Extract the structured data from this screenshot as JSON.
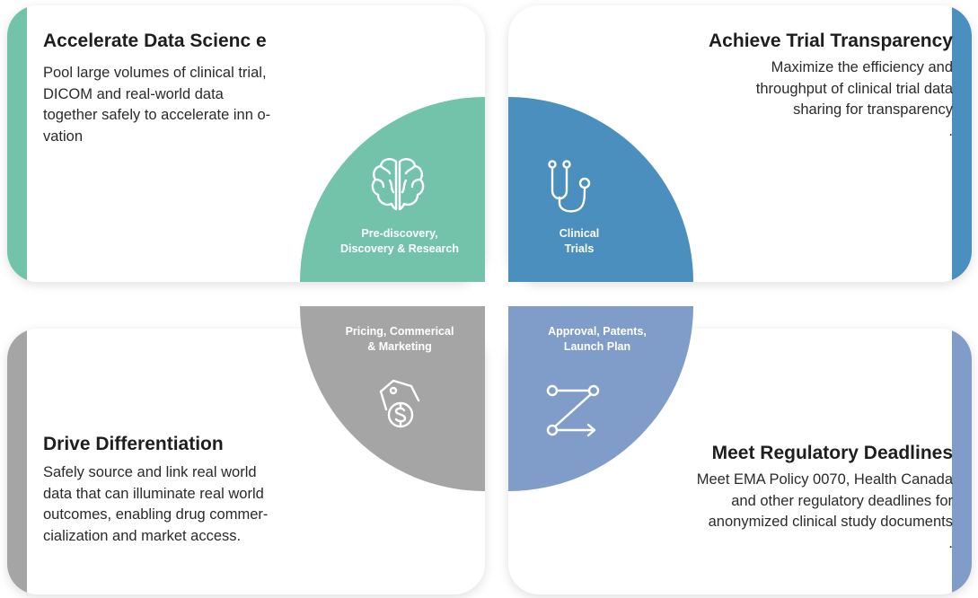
{
  "colors": {
    "discovery": "#72c3aa",
    "clinical": "#4a8fbd",
    "pricing": "#a5a5a5",
    "approval": "#7f9dc8"
  },
  "cards": {
    "top_left": {
      "title": "Accelerate Data Scienc e",
      "text": "Pool large volumes of clinical trial,\nDICOM and real-world data\ntogether safely to accelerate inn   o-\nvation"
    },
    "top_right": {
      "title": "Achieve Trial Transparency",
      "text": "Maximize the efficiency and\nthroughput of clinical trial data\nsharing for transparency\n."
    },
    "bottom_left": {
      "title": "Drive Differentiation",
      "text": "Safely source and link real world\ndata that can illuminate real world\noutcomes, enabling drug commer-\ncialization and market access."
    },
    "bottom_right": {
      "title": "Meet Regulatory Deadlines",
      "text": "Meet EMA Policy 0070, Health Canada\nand other regulatory deadlines for\nanonymized clinical study documents\n."
    }
  },
  "wheel": {
    "top_left": {
      "label": "Pre-discovery,\nDiscovery & Research",
      "icon": "brain-icon"
    },
    "top_right": {
      "label": "Clinical\nTrials",
      "icon": "stethoscope-icon"
    },
    "bottom_left": {
      "label": "Pricing, Commerical\n& Marketing",
      "icon": "price-tag-dollar-icon"
    },
    "bottom_right": {
      "label": "Approval, Patents,\nLaunch Plan",
      "icon": "route-path-icon"
    }
  }
}
